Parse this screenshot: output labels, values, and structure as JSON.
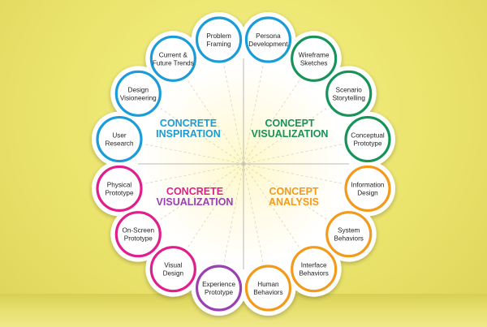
{
  "quadrants": [
    {
      "id": "concrete-inspiration",
      "lines": [
        "CONCRETE",
        "INSPIRATION"
      ],
      "color": "#1a9cd8"
    },
    {
      "id": "concept-visualization",
      "lines": [
        "CONCEPT",
        "VISUALIZATION"
      ],
      "color": "#17935a"
    },
    {
      "id": "concept-analysis",
      "lines": [
        "CONCEPT",
        "ANALYSIS"
      ],
      "color": "#f39a1b"
    },
    {
      "id": "concrete-visualization",
      "lines": [
        "CONCRETE",
        "VISUALIZATION"
      ],
      "color": "#9b3fb4",
      "color_alt": "#e01f8c"
    }
  ],
  "nodes": [
    {
      "lines": [
        "Problem",
        "Framing"
      ],
      "color": "#1a9cd8"
    },
    {
      "lines": [
        "Persona",
        "Development"
      ],
      "color": "#1a9cd8"
    },
    {
      "lines": [
        "Wireframe",
        "Sketches"
      ],
      "color": "#17935a"
    },
    {
      "lines": [
        "Scenario",
        "Storytelling"
      ],
      "color": "#17935a"
    },
    {
      "lines": [
        "Conceptual",
        "Prototype"
      ],
      "color": "#17935a"
    },
    {
      "lines": [
        "Information",
        "Design"
      ],
      "color": "#f39a1b"
    },
    {
      "lines": [
        "System",
        "Behaviors"
      ],
      "color": "#f39a1b"
    },
    {
      "lines": [
        "Interface",
        "Behaviors"
      ],
      "color": "#f39a1b"
    },
    {
      "lines": [
        "Human",
        "Behaviors"
      ],
      "color": "#f39a1b"
    },
    {
      "lines": [
        "Experience",
        "Prototype"
      ],
      "color": "#9b3fb4"
    },
    {
      "lines": [
        "Visual",
        "Design"
      ],
      "color": "#e01f8c"
    },
    {
      "lines": [
        "On-Screen",
        "Prototype"
      ],
      "color": "#e01f8c"
    },
    {
      "lines": [
        "Physical",
        "Prototype"
      ],
      "color": "#e01f8c"
    },
    {
      "lines": [
        "User",
        "Research"
      ],
      "color": "#1a9cd8"
    },
    {
      "lines": [
        "Design",
        "Visioneering"
      ],
      "color": "#1a9cd8"
    },
    {
      "lines": [
        "Current &",
        "Future Trends"
      ],
      "color": "#1a9cd8"
    }
  ]
}
